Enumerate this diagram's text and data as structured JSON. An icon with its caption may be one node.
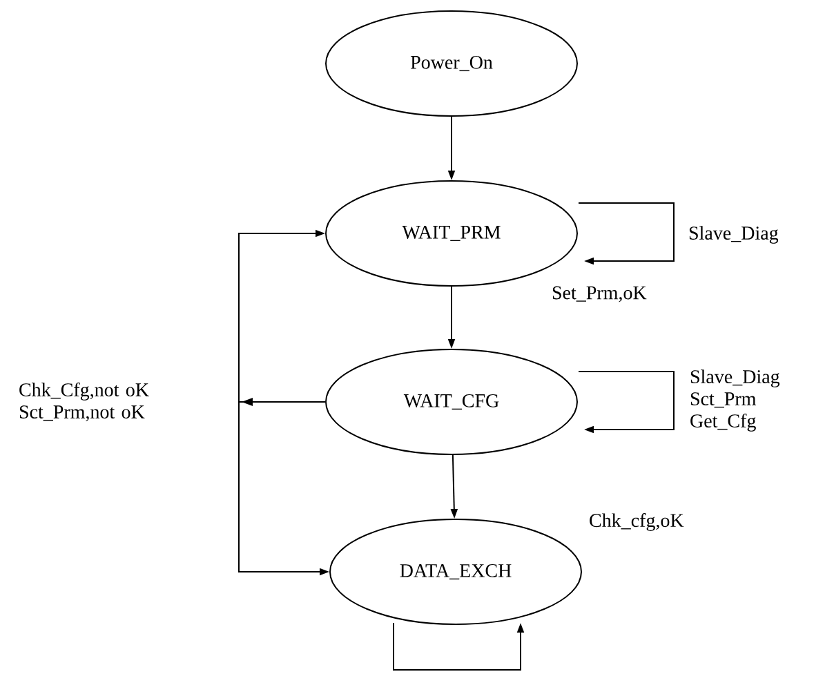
{
  "diagram": {
    "nodes": [
      {
        "text": [
          "Power_On"
        ]
      },
      {
        "text": [
          "WAIT_PRM"
        ]
      },
      {
        "text": [
          "WAIT_CFG"
        ]
      },
      {
        "text": [
          "DATA_EXCH"
        ]
      }
    ],
    "edges": [
      {
        "from": 0,
        "to": 1,
        "arrow": "to"
      },
      {
        "from": 1,
        "to": 2,
        "arrow": "to"
      },
      {
        "from": 1,
        "to": 1,
        "arrow": "to",
        "label": "Slave_Diag"
      },
      {
        "from": 2,
        "to": 3,
        "arrow": "to"
      },
      {
        "from": 2,
        "to": 2,
        "arrow": "to",
        "label": "Slave_Diag Sct_Prm Get_Cfg"
      },
      {
        "from": 2,
        "to": 1,
        "arrow": "to",
        "label": "Chk_Cfg,not oK Sct_Prm,not oK"
      },
      {
        "from": 2,
        "to": 3,
        "arrow": "to"
      },
      {
        "from": 3,
        "to": 3,
        "arrow": "to"
      }
    ],
    "labels": [
      "Set_Prm,oK",
      "Chk_cfg,oK"
    ]
  }
}
